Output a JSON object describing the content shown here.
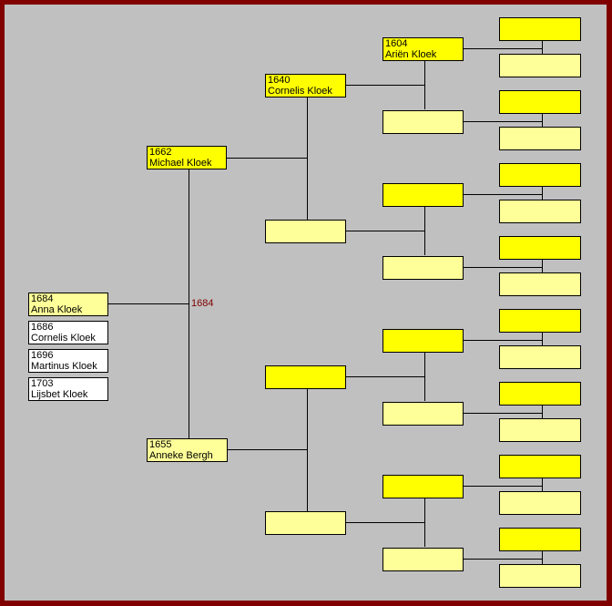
{
  "colors": {
    "frame": "#800000",
    "background": "#c0c0c0",
    "ancestor_known": "#ffff00",
    "ancestor_unknown": "#ffff99",
    "sibling": "#ffffff"
  },
  "marriage_year": "1684",
  "children": [
    {
      "year": "1684",
      "name": "Anna Kloek",
      "selected": true
    },
    {
      "year": "1686",
      "name": "Cornelis Kloek"
    },
    {
      "year": "1696",
      "name": "Martinus Kloek"
    },
    {
      "year": "1703",
      "name": "Lijsbet Kloek"
    }
  ],
  "parents": [
    {
      "year": "1662",
      "name": "Michael Kloek"
    },
    {
      "year": "1655",
      "name": "Anneke Bergh"
    }
  ],
  "grandparents": [
    {
      "year": "1640",
      "name": "Cornelis Kloek"
    },
    {
      "year": "",
      "name": ""
    },
    {
      "year": "",
      "name": ""
    },
    {
      "year": "",
      "name": ""
    }
  ],
  "great_grandparents": [
    {
      "year": "1604",
      "name": "Ariën Kloek"
    },
    {
      "year": "",
      "name": ""
    },
    {
      "year": "",
      "name": ""
    },
    {
      "year": "",
      "name": ""
    },
    {
      "year": "",
      "name": ""
    },
    {
      "year": "",
      "name": ""
    },
    {
      "year": "",
      "name": ""
    },
    {
      "year": "",
      "name": ""
    }
  ]
}
